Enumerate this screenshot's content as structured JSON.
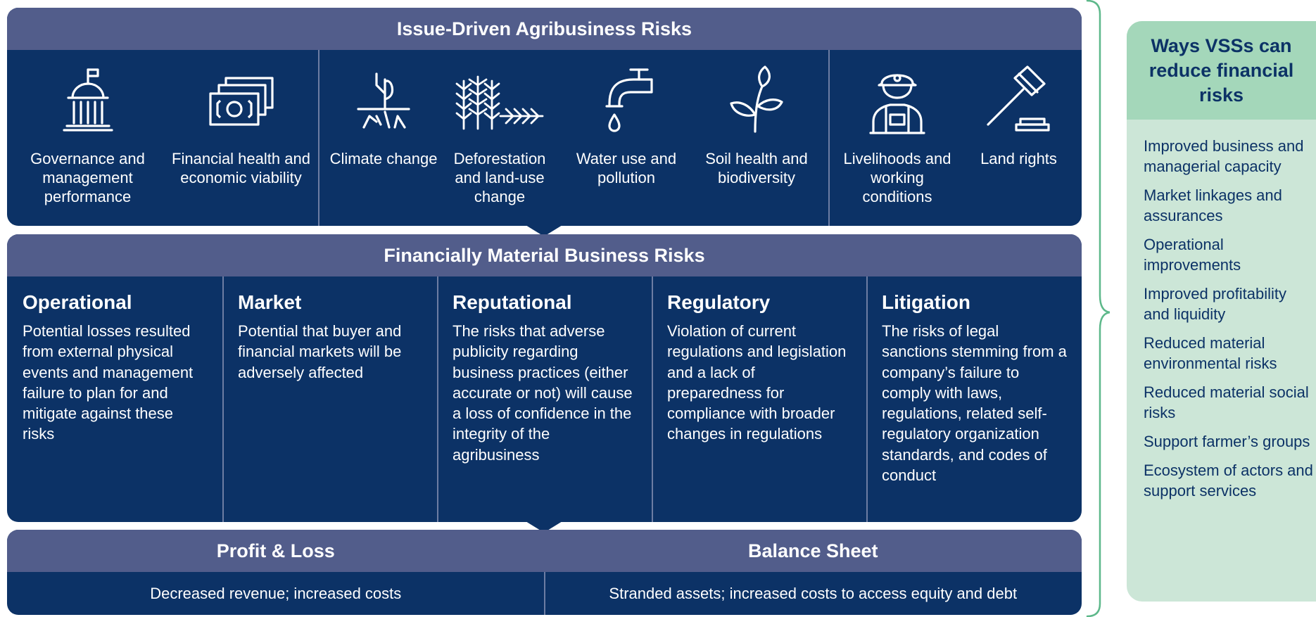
{
  "issues_panel": {
    "title": "Issue-Driven Agribusiness Risks",
    "items": [
      {
        "label": "Governance and management performance",
        "icon": "government-building-icon"
      },
      {
        "label": "Financial health and economic viability",
        "icon": "banknotes-icon"
      },
      {
        "label": "Climate change",
        "icon": "dry-tree-cracked-ground-icon"
      },
      {
        "label": "Deforestation and land-use change",
        "icon": "felled-forest-icon"
      },
      {
        "label": "Water use and pollution",
        "icon": "faucet-drop-icon"
      },
      {
        "label": "Soil health and biodiversity",
        "icon": "sprout-icon"
      },
      {
        "label": "Livelihoods and working conditions",
        "icon": "worker-helmet-icon"
      },
      {
        "label": "Land rights",
        "icon": "gavel-icon"
      }
    ]
  },
  "risks_panel": {
    "title": "Financially Material Business Risks",
    "items": [
      {
        "title": "Operational",
        "text": "Potential losses resulted from external physical events and management failure to plan for and mitigate against these risks"
      },
      {
        "title": "Market",
        "text": "Potential that buyer and financial markets will be adversely affected"
      },
      {
        "title": "Reputational",
        "text": "The risks that adverse publicity regarding business practices (either accurate or not) will cause a loss of confidence in the integrity of the agribusiness"
      },
      {
        "title": "Regulatory",
        "text": "Violation of current regulations and legislation and a lack of preparedness for compliance with broader changes in regulations"
      },
      {
        "title": "Litigation",
        "text": "The risks of legal sanctions stemming from a company’s failure to comply with laws, regulations, related self-regulatory organization standards, and codes of conduct"
      }
    ]
  },
  "outcomes_panel": {
    "items": [
      {
        "title": "Profit & Loss",
        "text": "Decreased revenue; increased costs"
      },
      {
        "title": "Balance Sheet",
        "text": "Stranded assets; increased costs to access equity and debt"
      }
    ]
  },
  "vss_panel": {
    "title": "Ways VSSs can reduce financial risks",
    "items": [
      "Improved business and managerial capacity",
      "Market linkages and assurances",
      "Operational improvements",
      "Improved profitability and liquidity",
      "Reduced material environmental risks",
      "Reduced material social risks",
      "Support farmer’s groups",
      "Ecosystem of actors and support services"
    ]
  },
  "colors": {
    "navy": "#0c3266",
    "header_slate": "#525d8b",
    "separator": "#6d7da3",
    "mint_header": "#a4d7ba",
    "mint_body": "#cce6d7",
    "bracket_green": "#5db88a"
  }
}
